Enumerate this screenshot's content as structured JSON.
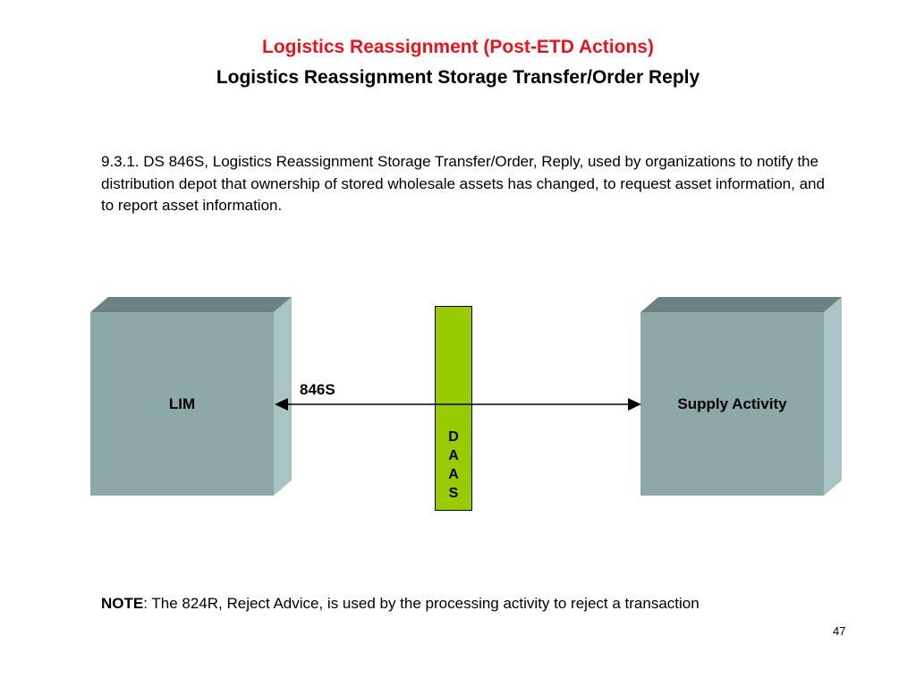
{
  "slide": {
    "title_line1": "Logistics Reassignment (Post-ETD Actions)",
    "title_line2": "Logistics Reassignment Storage Transfer/Order Reply",
    "paragraph": "9.3.1. DS 846S, Logistics Reassignment Storage Transfer/Order, Reply, used by organizations to notify the distribution depot that ownership of stored wholesale assets has changed, to request asset information, and to report asset information.",
    "note_label": "NOTE",
    "note_text": ": The 824R, Reject Advice, is used by the processing activity to reject a transaction",
    "page_number": "47"
  },
  "diagram": {
    "left_box_label": "LIM",
    "right_box_label": "Supply Activity",
    "message_label": "846S",
    "middle_bar_letters": [
      "D",
      "A",
      "A",
      "S"
    ],
    "colors": {
      "title_red": "#e8141d",
      "box_front": "#8ca8a8",
      "box_top": "#6d8282",
      "box_side": "#a9c4c4",
      "daas_bar": "#99cc00"
    }
  }
}
